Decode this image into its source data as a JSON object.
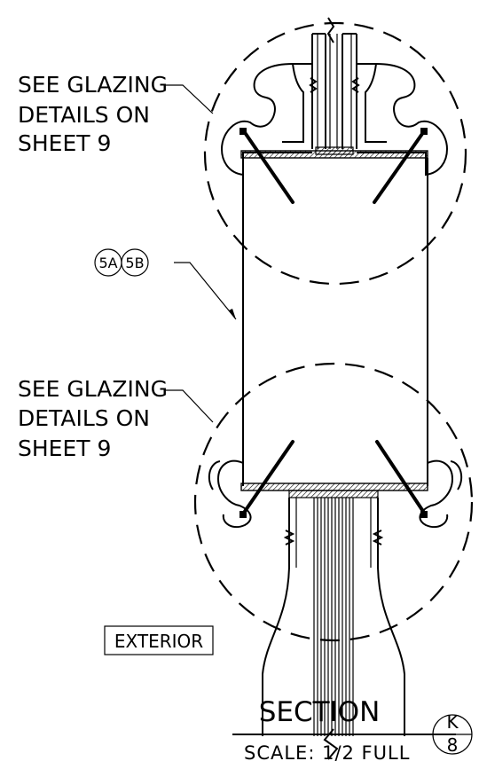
{
  "notes": {
    "top_glazing_line1": "SEE GLAZING",
    "top_glazing_line2": "DETAILS ON",
    "top_glazing_line3": "SHEET 9",
    "bottom_glazing_line1": "SEE GLAZING",
    "bottom_glazing_line2": "DETAILS ON",
    "bottom_glazing_line3": "SHEET 9"
  },
  "tags": {
    "first": "5A",
    "second": "5B"
  },
  "exterior_label": "EXTERIOR",
  "title_block": {
    "title": "SECTION",
    "scale": "SCALE: 1/2 FULL",
    "ref_letter": "K",
    "ref_sheet": "8"
  }
}
